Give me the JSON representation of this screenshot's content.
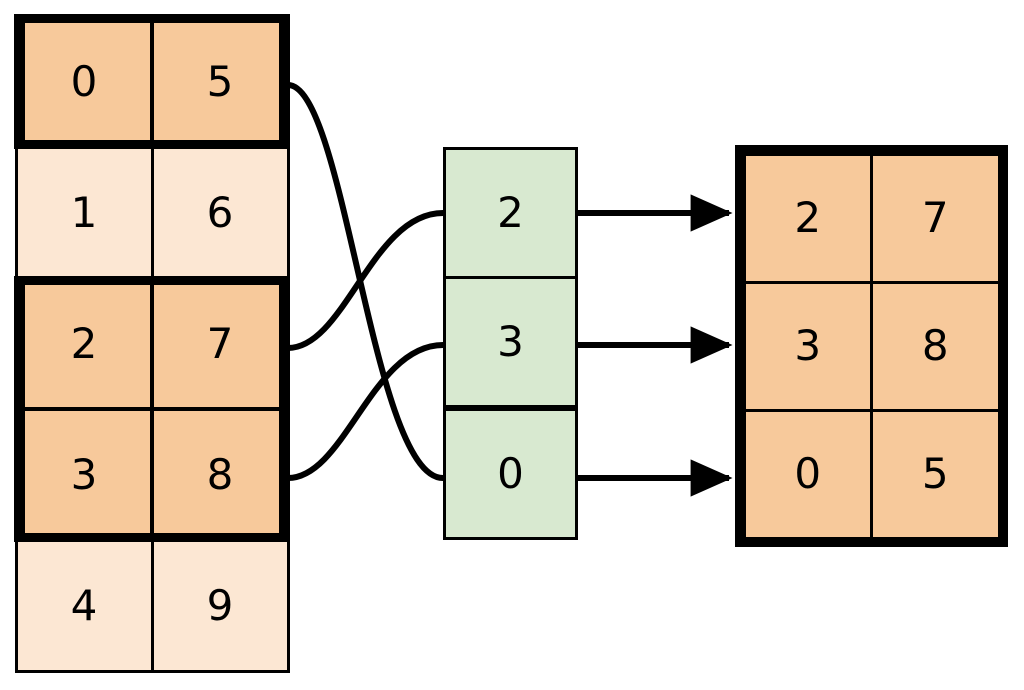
{
  "diagram": {
    "title": "dataframe-row-gather-diagram",
    "colors": {
      "highlight_fill": "#F7C99B",
      "plain_fill": "#FCE7D3",
      "index_fill": "#D8E9D0",
      "stroke": "#000000",
      "background": "#FFFFFF"
    }
  },
  "source_table": {
    "name": "source-table",
    "columns": 2,
    "rows": [
      {
        "cells": [
          "0",
          "5"
        ],
        "highlighted": true
      },
      {
        "cells": [
          "1",
          "6"
        ],
        "highlighted": false
      },
      {
        "cells": [
          "2",
          "7"
        ],
        "highlighted": true
      },
      {
        "cells": [
          "3",
          "8"
        ],
        "highlighted": true
      },
      {
        "cells": [
          "4",
          "9"
        ],
        "highlighted": false
      }
    ]
  },
  "index_column": {
    "name": "index-column",
    "cells": [
      "2",
      "3",
      "0"
    ]
  },
  "result_table": {
    "name": "result-table",
    "columns": 2,
    "rows": [
      {
        "cells": [
          "2",
          "7"
        ]
      },
      {
        "cells": [
          "3",
          "8"
        ]
      },
      {
        "cells": [
          "0",
          "5"
        ]
      }
    ]
  },
  "connections": {
    "curves": [
      {
        "from_row": 0,
        "to_index": 2
      },
      {
        "from_row": 2,
        "to_index": 0
      },
      {
        "from_row": 3,
        "to_index": 1
      }
    ],
    "arrows": [
      {
        "from_index": 0,
        "to_row": 0
      },
      {
        "from_index": 1,
        "to_row": 1
      },
      {
        "from_index": 2,
        "to_row": 2
      }
    ]
  }
}
